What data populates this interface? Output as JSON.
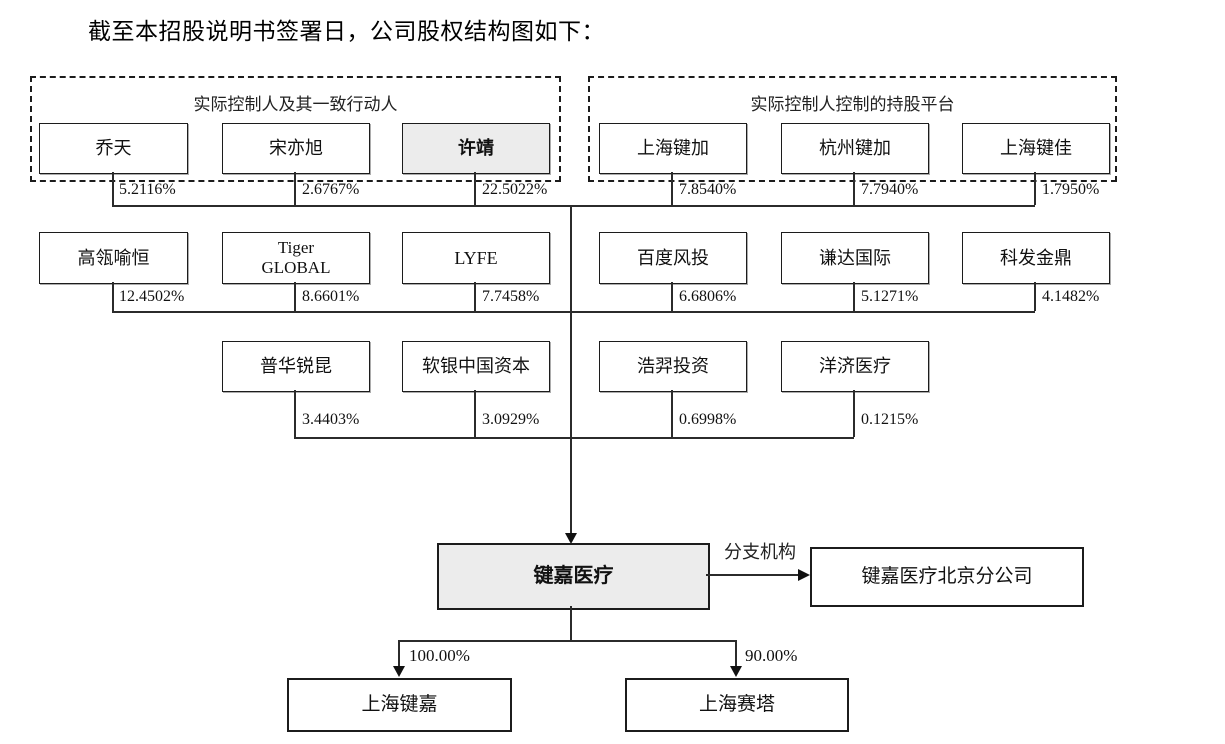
{
  "title": "截至本招股说明书签署日，公司股权结构图如下：",
  "groups": {
    "controllers": {
      "label": "实际控制人及其一致行动人"
    },
    "platforms": {
      "label": "实际控制人控制的持股平台"
    }
  },
  "row1": [
    {
      "name": "乔天",
      "pct": "5.2116%"
    },
    {
      "name": "宋亦旭",
      "pct": "2.6767%"
    },
    {
      "name": "许靖",
      "pct": "22.5022%",
      "highlight": true
    },
    {
      "name": "上海键加",
      "pct": "7.8540%"
    },
    {
      "name": "杭州键加",
      "pct": "7.7940%"
    },
    {
      "name": "上海键佳",
      "pct": "1.7950%"
    }
  ],
  "row2": [
    {
      "name": "高瓴喻恒",
      "pct": "12.4502%"
    },
    {
      "name": "Tiger\nGLOBAL",
      "pct": "8.6601%"
    },
    {
      "name": "LYFE",
      "pct": "7.7458%"
    },
    {
      "name": "百度风投",
      "pct": "6.6806%"
    },
    {
      "name": "谦达国际",
      "pct": "5.1271%"
    },
    {
      "name": "科发金鼎",
      "pct": "4.1482%"
    }
  ],
  "row3": [
    {
      "name": "普华锐昆",
      "pct": "3.4403%"
    },
    {
      "name": "软银中国资本",
      "pct": "3.0929%"
    },
    {
      "name": "浩羿投资",
      "pct": "0.6998%"
    },
    {
      "name": "洋济医疗",
      "pct": "0.1215%"
    }
  ],
  "company": {
    "name": "键嘉医疗"
  },
  "branch": {
    "arrow_label": "分支机构",
    "name": "键嘉医疗北京分公司"
  },
  "subsidiaries": [
    {
      "name": "上海键嘉",
      "pct": "100.00%"
    },
    {
      "name": "上海赛塔",
      "pct": "90.00%"
    }
  ],
  "colors": {
    "line": "#2b2b2b",
    "box_border": "#1c1c1c",
    "highlight_fill": "#ececec"
  }
}
